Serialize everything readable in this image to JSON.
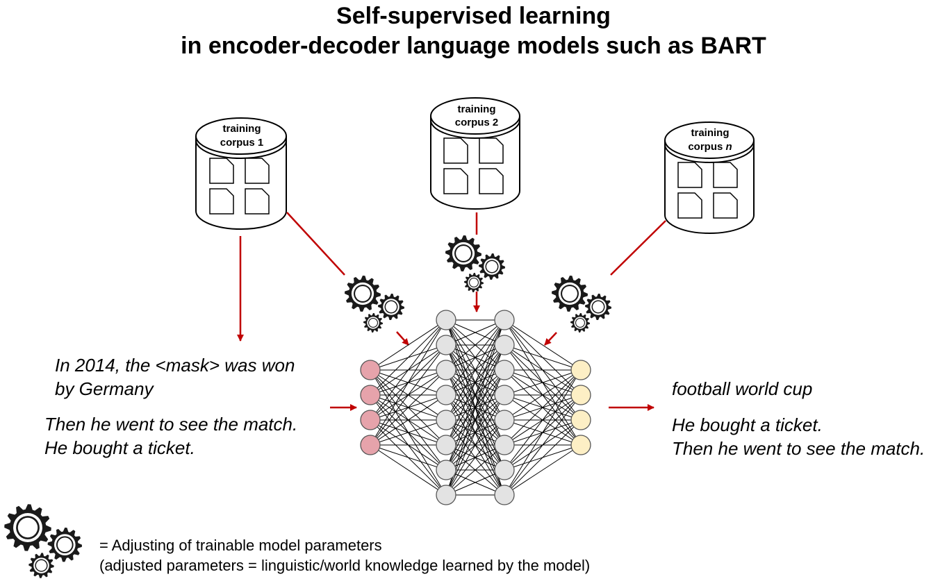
{
  "title": {
    "line1": "Self-supervised learning",
    "line2": "in encoder-decoder language models such as BART"
  },
  "corpora": [
    {
      "line1": "training",
      "line2": "corpus 1"
    },
    {
      "line1": "training",
      "line2": "corpus 2"
    },
    {
      "line1": "training",
      "line2_prefix": "corpus ",
      "line2_italic": "n"
    }
  ],
  "input_examples": {
    "example1_line1": "In 2014, the <mask> was won",
    "example1_line2": "by Germany",
    "example2_line1": "Then he went to see the match.",
    "example2_line2": "He bought a ticket."
  },
  "output_examples": {
    "example1_line1": "football world cup",
    "example2_line1": "He bought a ticket.",
    "example2_line2": "Then he went to see the match."
  },
  "legend": {
    "line1": "= Adjusting of trainable model parameters",
    "line2": "(adjusted parameters = linguistic/world knowledge learned by the model)"
  },
  "network": {
    "layers": [
      4,
      8,
      8,
      4
    ]
  },
  "colors": {
    "arrow": "#c00000",
    "input_node": "#e6a3ab",
    "hidden_node": "#e3e3e3",
    "output_node": "#fdefc5",
    "gear": "#1a1a1a"
  },
  "icons": [
    "database-icon",
    "document-icon",
    "gears-icon"
  ]
}
